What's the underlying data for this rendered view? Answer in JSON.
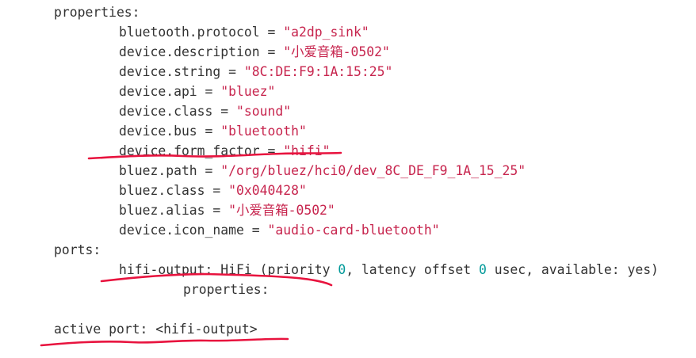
{
  "lines": [
    {
      "k": "properties:"
    },
    {
      "k": "bluetooth.protocol = ",
      "v": "\"a2dp_sink\""
    },
    {
      "k": "device.description = ",
      "v": "\"小爱音箱-0502\""
    },
    {
      "k": "device.string = ",
      "v": "\"8C:DE:F9:1A:15:25\""
    },
    {
      "k": "device.api = ",
      "v": "\"bluez\""
    },
    {
      "k": "device.class = ",
      "v": "\"sound\""
    },
    {
      "k": "device.bus = ",
      "v": "\"bluetooth\""
    },
    {
      "k": "device.form_factor = ",
      "v": "\"hifi\""
    },
    {
      "k": "bluez.path = ",
      "v": "\"/org/bluez/hci0/dev_8C_DE_F9_1A_15_25\""
    },
    {
      "k": "bluez.class = ",
      "v": "\"0x040428\""
    },
    {
      "k": "bluez.alias = ",
      "v": "\"小爱音箱-0502\""
    },
    {
      "k": "device.icon_name = ",
      "v": "\"audio-card-bluetooth\""
    },
    {
      "k": "ports:"
    },
    {
      "a": "hifi-output: HiFi (priority ",
      "n1": "0",
      "b": ", latency offset ",
      "n2": "0",
      "c": " usec, available: yes)"
    },
    {
      "k": "properties:"
    },
    {
      "k": "active port: <hifi-output>"
    }
  ],
  "colors": {
    "text": "#333333",
    "string": "#c7254e",
    "number": "#009999",
    "underline": "#e8133e"
  }
}
